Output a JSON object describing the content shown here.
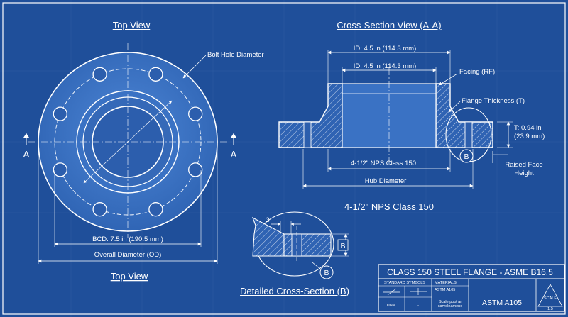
{
  "views": {
    "top_title": "Top View",
    "top_subtitle": "Top View",
    "cross_section_title": "Cross-Section View (A-A)",
    "cross_section_subtitle": "4-1/2\" NPS Class 150",
    "detail_title": "Detailed Cross-Section (B)"
  },
  "top_view": {
    "bolt_hole_label": "Bolt Hole Diameter",
    "bcd_label": "BCD: 7.5 in (190.5 mm)",
    "od_label": "Overall Diameter (OD)",
    "section_mark_left": "A",
    "section_mark_right": "A",
    "bolt_holes": 8
  },
  "cross_section": {
    "id_label_outer": "ID: 4.5 in (114.3 mm)",
    "id_label_inner": "ID: 4.5 in (114.3 mm)",
    "facing_label": "Facing (RF)",
    "thickness_label": "Flange Thickness (T)",
    "t_value_1": "T: 0.94 in",
    "t_value_2": "(23.9 mm)",
    "raised_face_1": "Raised Face",
    "raised_face_2": "Height",
    "nps_label": "4-1/2\" NPS Class 150",
    "hub_label": "Hub Diameter",
    "detail_marker": "B"
  },
  "detail": {
    "dim_3": "3",
    "dim_b": "B",
    "marker": "B"
  },
  "title_block": {
    "title": "CLASS 150 STEEL FLANGE - ASME B16.5",
    "symbols_header": "STANDARD SYMBOLS",
    "materials_header": "MATERIALS",
    "materials_value": "ASTM A105",
    "units_cell": "UNM",
    "dash_cell": "-",
    "note_line_1": "Scale pool ar",
    "note_line_2": "carvelnameno",
    "material_main": "ASTM A105",
    "scale_label": "SCALE",
    "scale_value": "1:5"
  },
  "colors": {
    "background": "#1f4f9a",
    "line": "#ffffff",
    "face_fill": "#3a72c4"
  }
}
